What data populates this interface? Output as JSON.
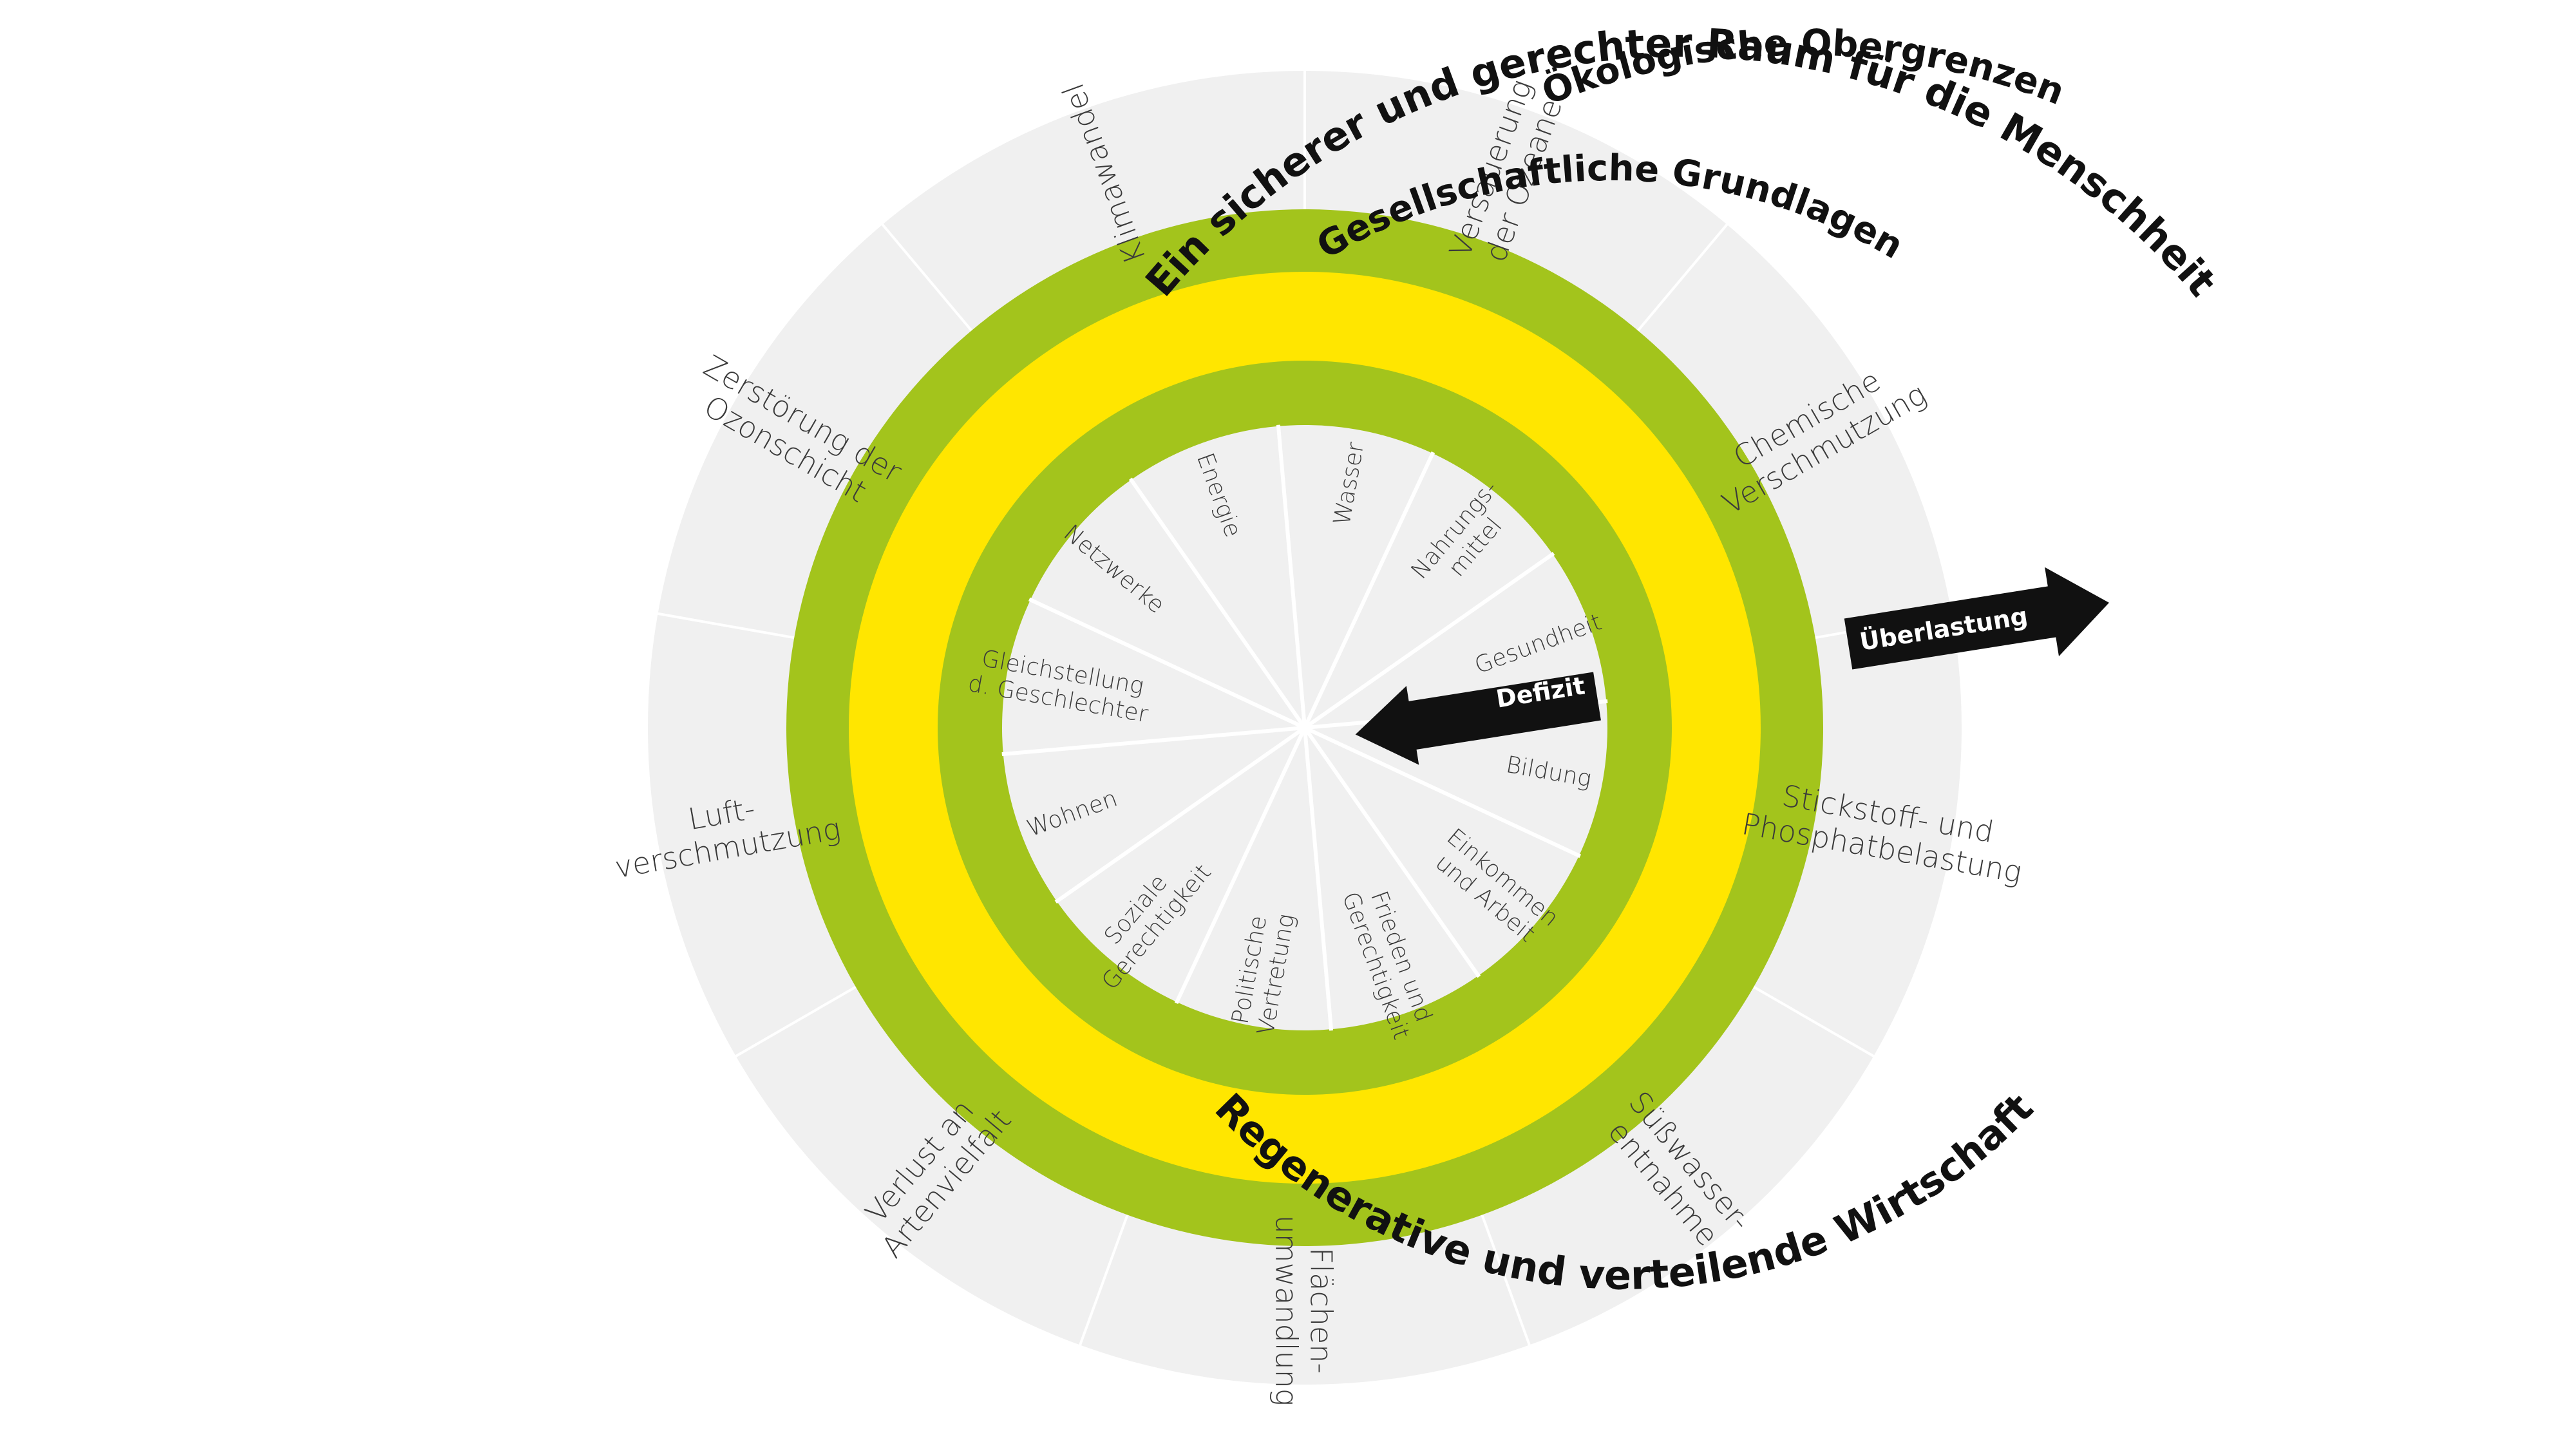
{
  "colors": {
    "outer_disc": "#f0f0f0",
    "divider": "#ffffff",
    "green": "#a3c41c",
    "yellow": "#ffe600",
    "inner_disc": "#f0f0f0",
    "arrow": "#111111",
    "arrow_text": "#ffffff"
  },
  "rings": {
    "ecological_ceiling": "Ökologische Obergrenzen",
    "social_foundation": "Gesellschaftliche Grundlagen",
    "safe_space": "Ein sicherer und gerechter Raum für die Menschheit",
    "economy": "Regenerative und verteilende Wirtschaft"
  },
  "arrows": {
    "overshoot": "Überlastung",
    "shortfall": "Defizit"
  },
  "ecological_ceiling_items": [
    {
      "id": "klimawandel",
      "lines": [
        "Klimawandel"
      ]
    },
    {
      "id": "versauerung",
      "lines": [
        "Versauerung",
        "der Ozeane"
      ]
    },
    {
      "id": "chemische",
      "lines": [
        "Chemische",
        "Verschmutzung"
      ]
    },
    {
      "id": "stickstoff",
      "lines": [
        "Stickstoff- und",
        "Phosphatbelastung"
      ]
    },
    {
      "id": "suesswasser",
      "lines": [
        "Süßwasser-",
        "entnahme"
      ]
    },
    {
      "id": "flaechen",
      "lines": [
        "Flächen-",
        "umwandlung"
      ]
    },
    {
      "id": "artenvielfalt",
      "lines": [
        "Verlust an",
        "Artenvielfalt"
      ]
    },
    {
      "id": "luft",
      "lines": [
        "Luft-",
        "verschmutzung"
      ]
    },
    {
      "id": "ozon",
      "lines": [
        "Zerstörung der",
        "Ozonschicht"
      ]
    }
  ],
  "social_foundation_items": [
    {
      "id": "wasser",
      "lines": [
        "Wasser"
      ]
    },
    {
      "id": "nahrung",
      "lines": [
        "Nahrungs-",
        "mittel"
      ]
    },
    {
      "id": "gesundheit",
      "lines": [
        "Gesundheit"
      ]
    },
    {
      "id": "bildung",
      "lines": [
        "Bildung"
      ]
    },
    {
      "id": "einkommen",
      "lines": [
        "Einkommen",
        "und Arbeit"
      ]
    },
    {
      "id": "frieden",
      "lines": [
        "Frieden und",
        "Gerechtigkeit"
      ]
    },
    {
      "id": "politische",
      "lines": [
        "Politische",
        "Vertretung"
      ]
    },
    {
      "id": "soziale",
      "lines": [
        "Soziale",
        "Gerechtigkeit"
      ]
    },
    {
      "id": "wohnen",
      "lines": [
        "Wohnen"
      ]
    },
    {
      "id": "gleichstellung",
      "lines": [
        "Gleichstellung",
        "d. Geschlechter"
      ]
    },
    {
      "id": "netzwerke",
      "lines": [
        "Netzwerke"
      ]
    },
    {
      "id": "energie",
      "lines": [
        "Energie"
      ]
    }
  ]
}
